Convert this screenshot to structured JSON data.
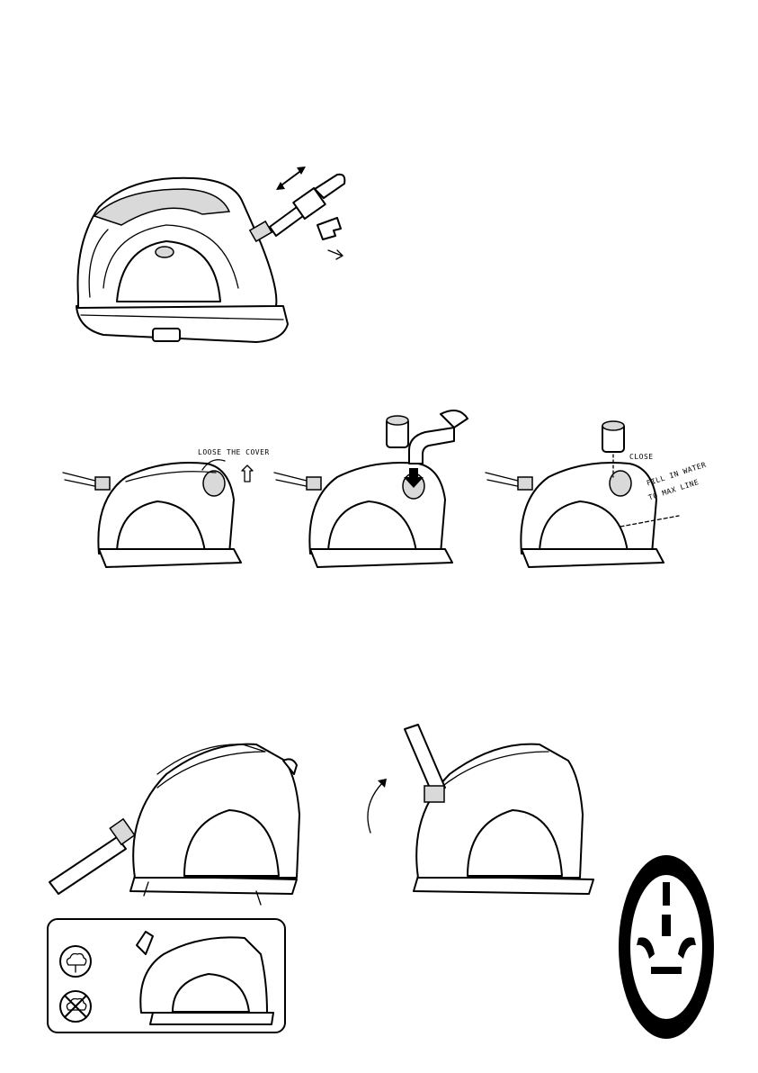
{
  "step2": {
    "loose_cover": "LOOSE THE COVER",
    "close": "CLOSE",
    "fill_line1": "FILL IN WATER",
    "fill_line2": "TO MAX LINE"
  },
  "icons": {
    "steam_on": "steam-cloud-icon",
    "steam_off": "no-steam-icon",
    "power": "power-switch-icon"
  }
}
